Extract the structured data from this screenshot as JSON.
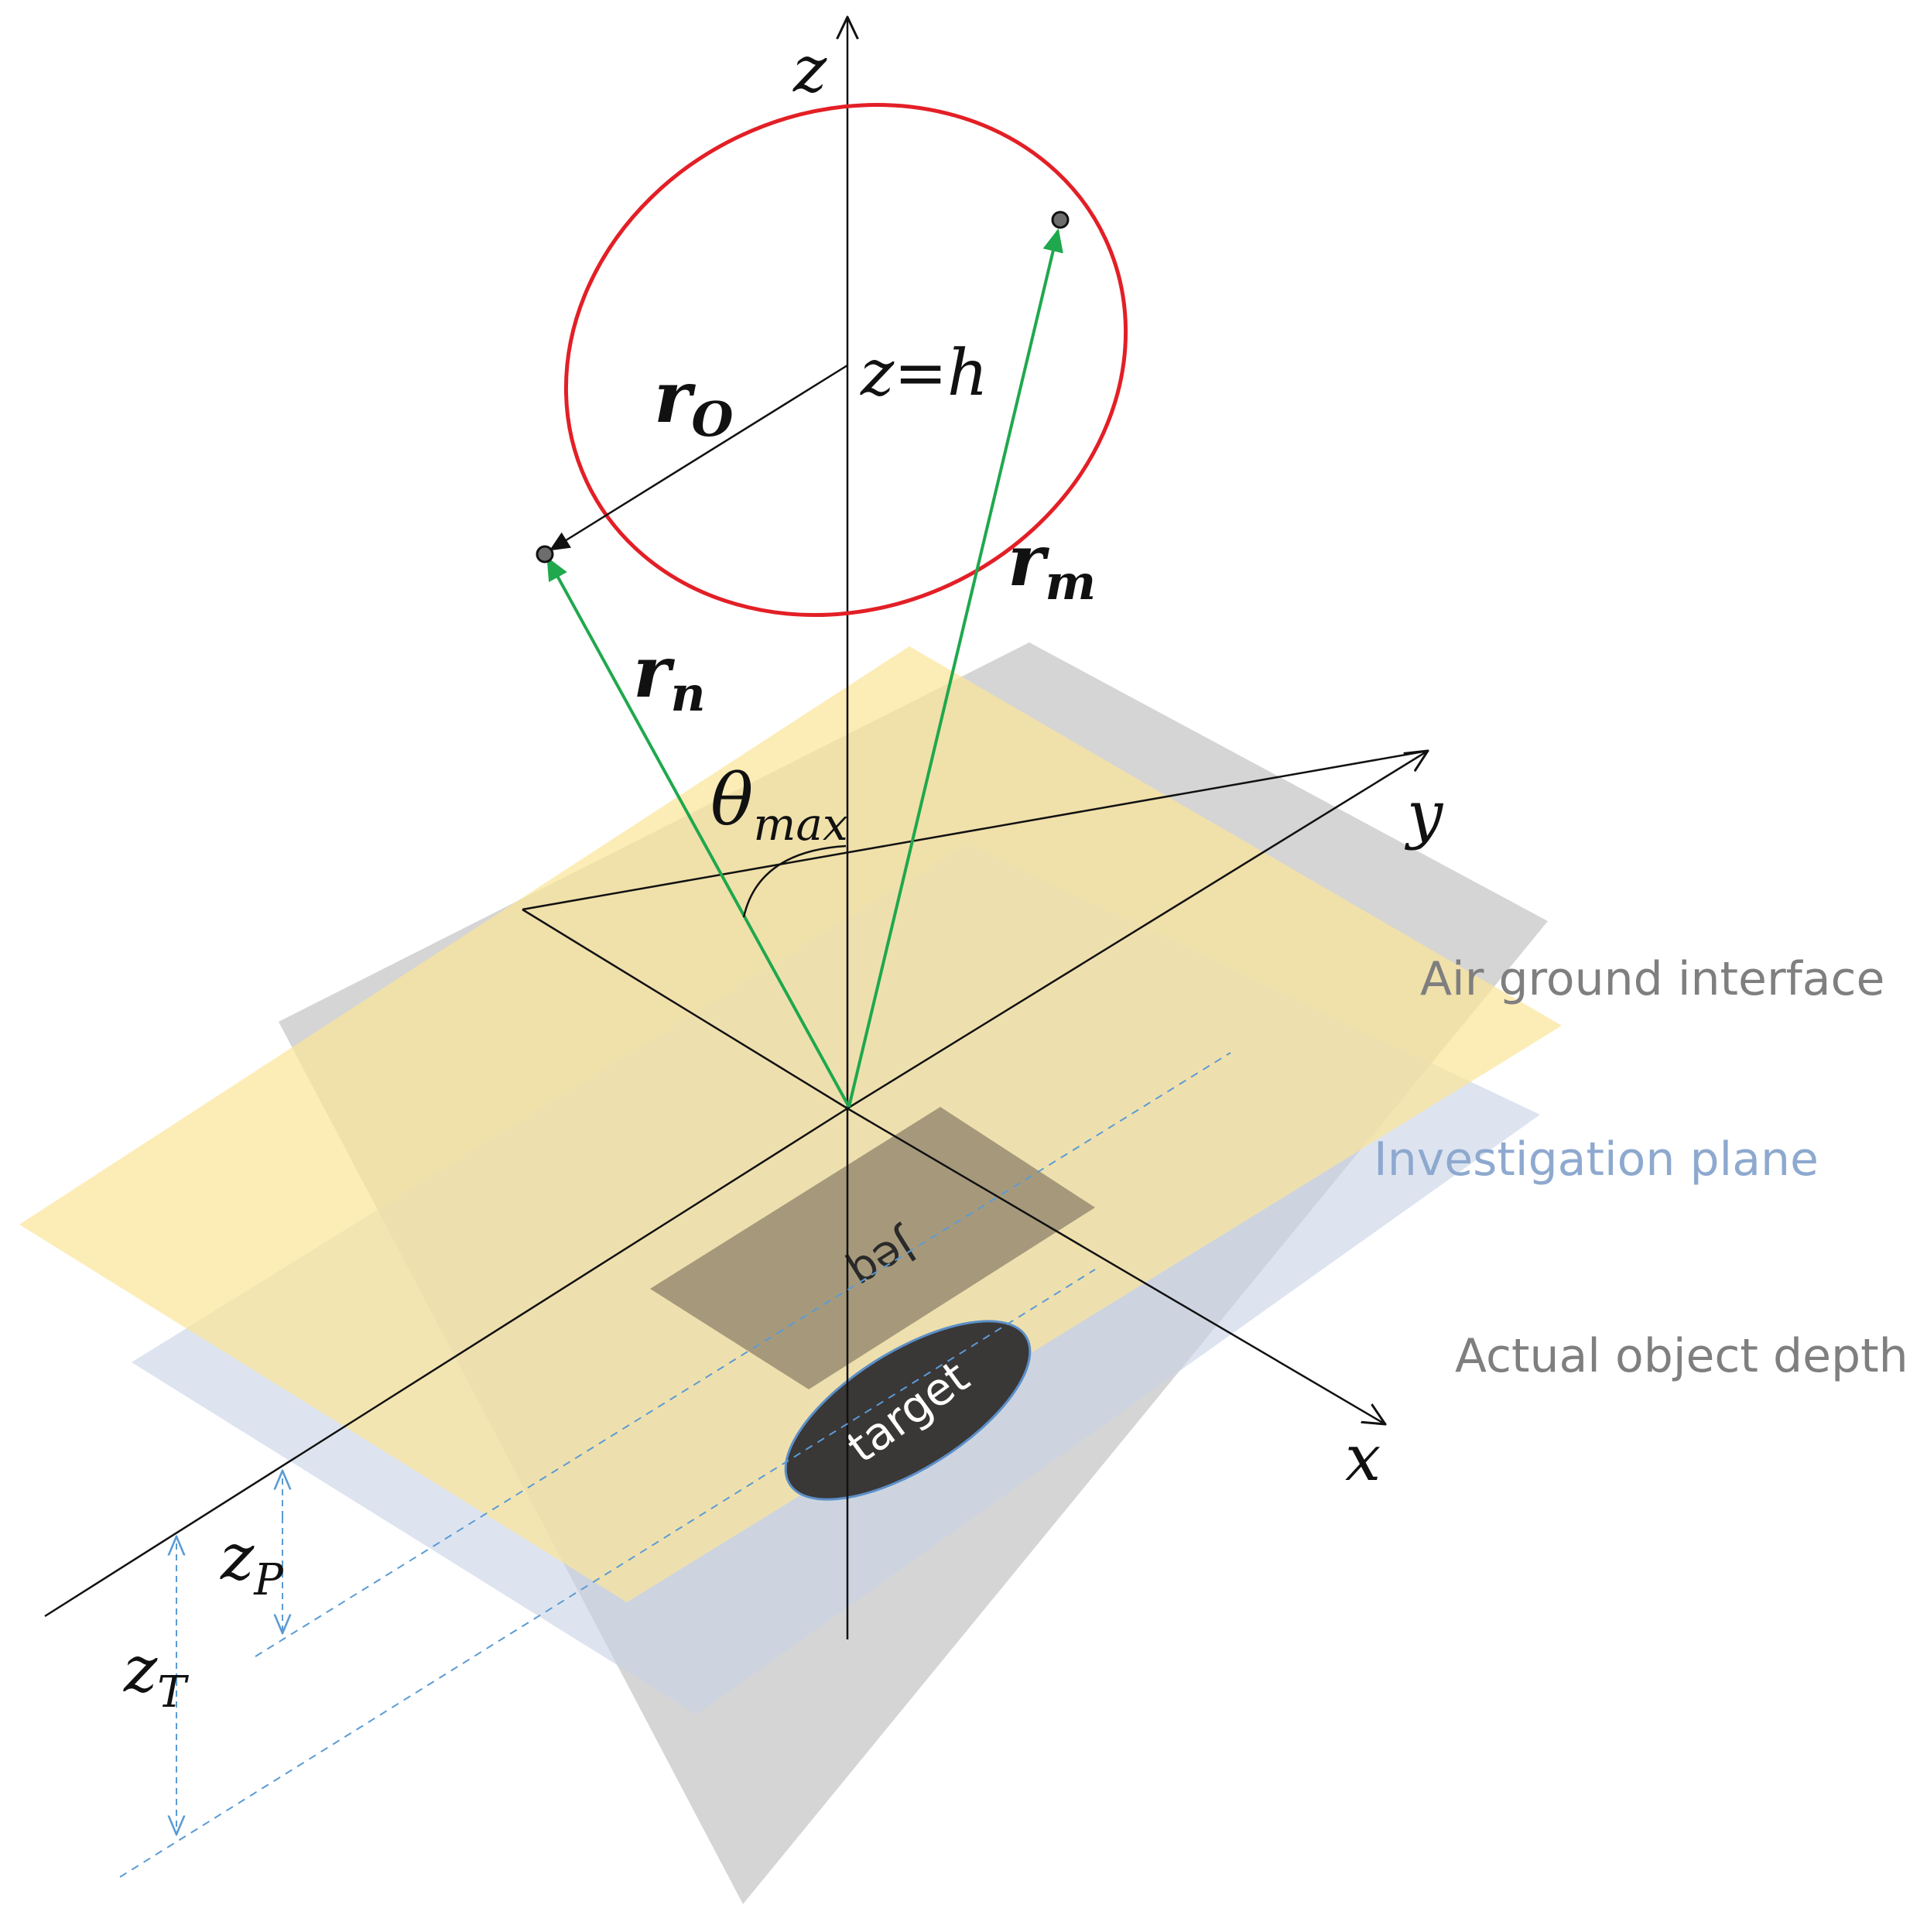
{
  "labels": {
    "z_axis": "z",
    "y_axis": "y",
    "x_axis": "x",
    "z_eq_h": "z=h",
    "r_o": {
      "base": "r",
      "sub": "O"
    },
    "r_m": {
      "base": "r",
      "sub": "m"
    },
    "r_n": {
      "base": "r",
      "sub": "n"
    },
    "theta_max": {
      "base": "θ",
      "sub": "max"
    },
    "z_p": {
      "base": "z",
      "sub": "P"
    },
    "z_t": {
      "base": "z",
      "sub": "T"
    },
    "jeq": "Jeq",
    "target": "target"
  },
  "legend": {
    "air_ground_interface": "Air ground interface",
    "investigation_plane": "Investigation plane",
    "actual_object_depth": "Actual object depth"
  },
  "colors": {
    "air_plane": "#fbe59a",
    "investigation_plane": "#c8d4e6",
    "depth_plane": "#c9c9c9",
    "jeq_rect": "#a09276",
    "target_ellipse": "#3a3737",
    "circle": "#e31f26",
    "vector_green": "#1fa84d",
    "dashed_blue": "#5b9bd5",
    "air_label": "#7f7f7f",
    "investigation_label": "#8ea9cf",
    "depth_label": "#7f7f7f"
  }
}
